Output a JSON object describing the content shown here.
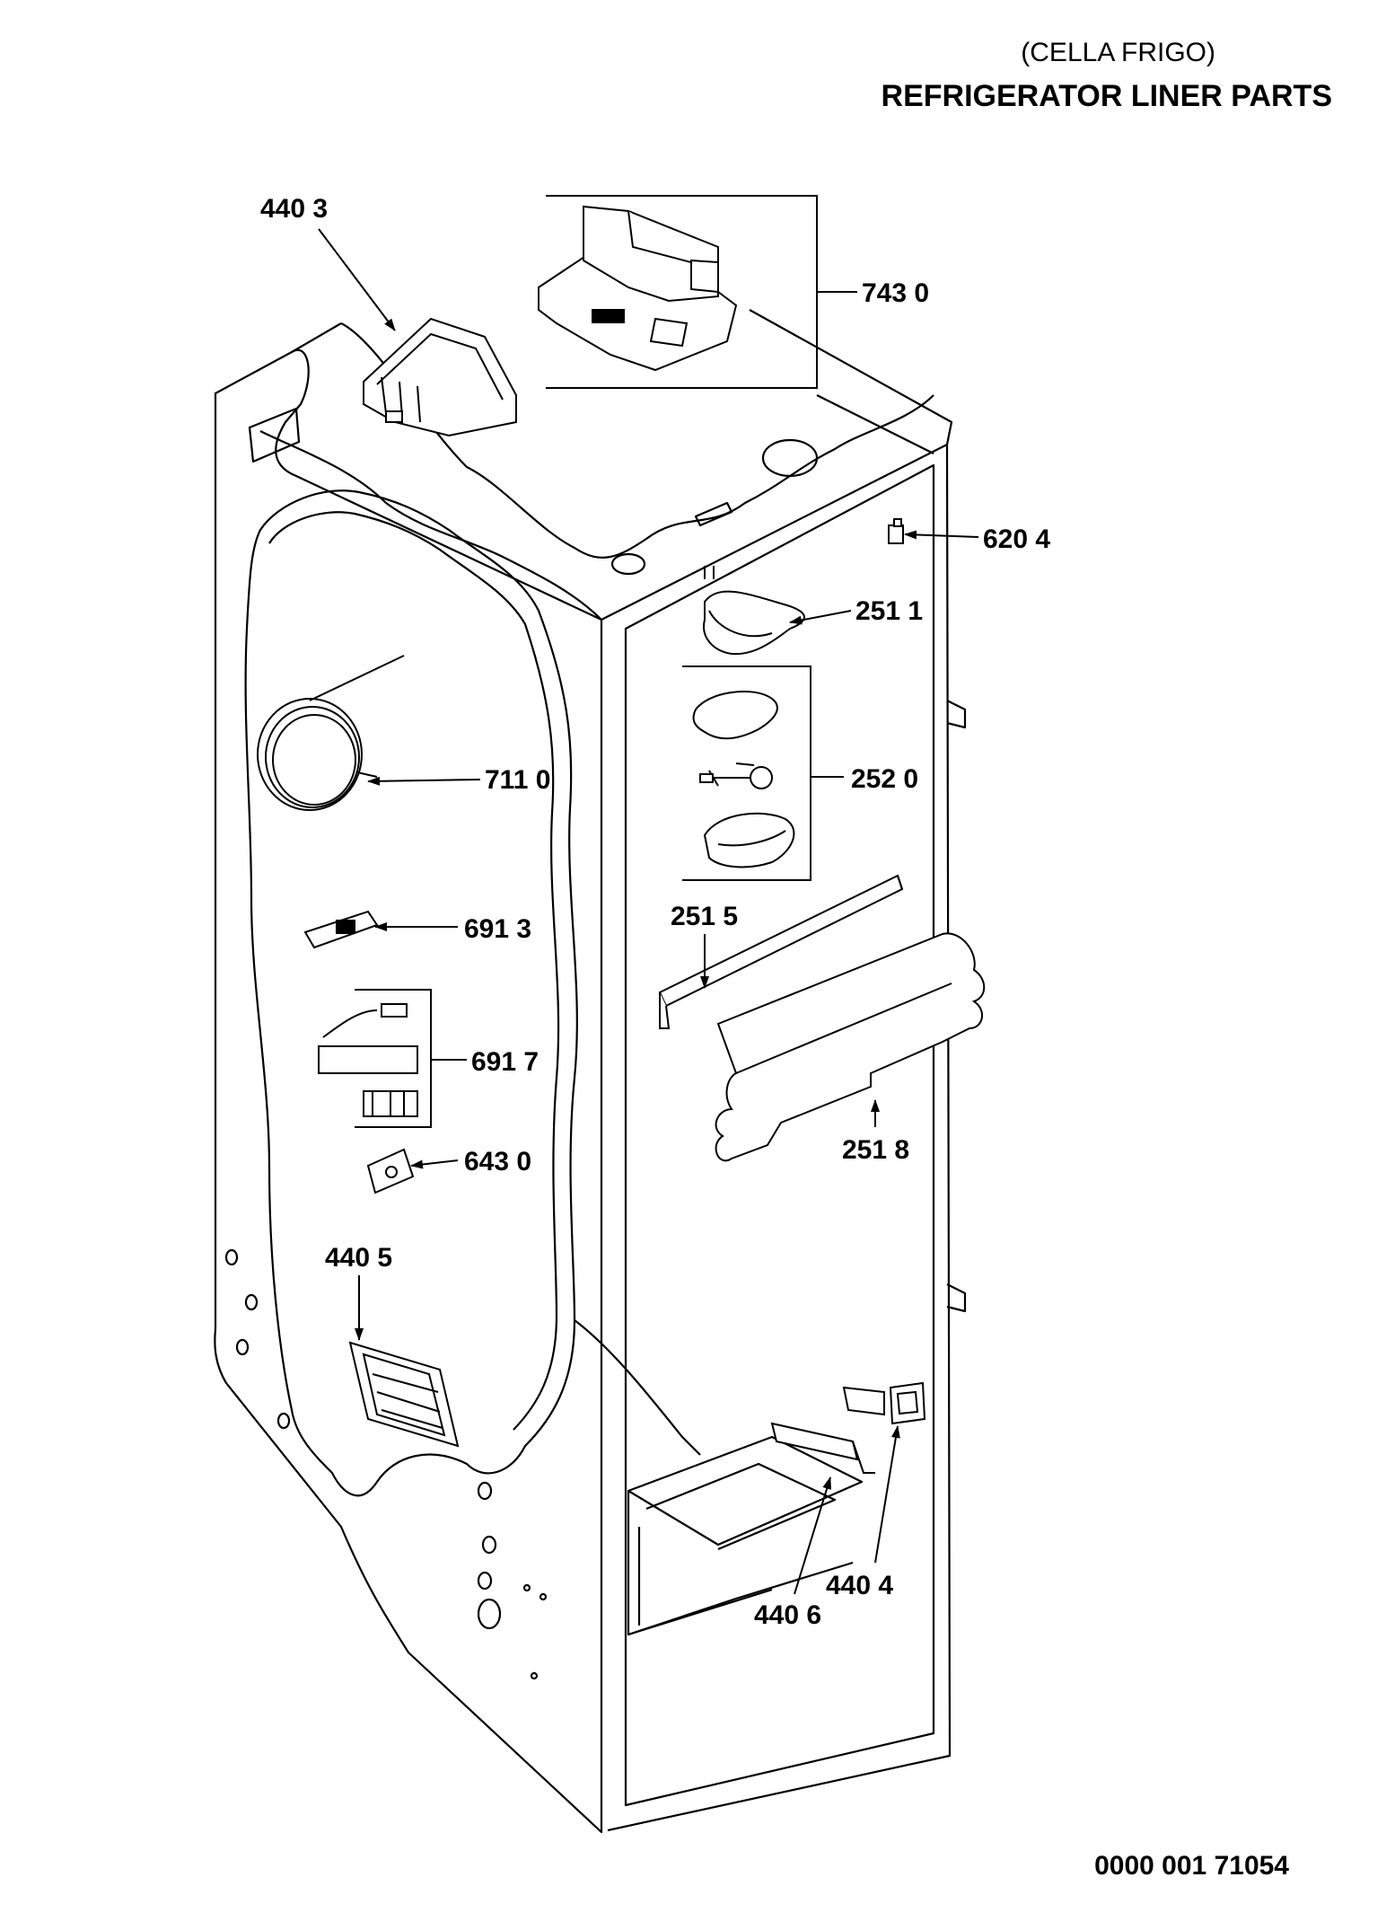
{
  "header": {
    "subtitle": "(CELLA FRIGO)",
    "title": "REFRIGERATOR LINER PARTS"
  },
  "footer": {
    "code": "0000 001 71054"
  },
  "callouts": [
    {
      "id": "c4403",
      "label": "440 3"
    },
    {
      "id": "c7430",
      "label": "743 0"
    },
    {
      "id": "c6204",
      "label": "620 4"
    },
    {
      "id": "c2511",
      "label": "251 1"
    },
    {
      "id": "c7110",
      "label": "711 0"
    },
    {
      "id": "c2520",
      "label": "252 0"
    },
    {
      "id": "c6913",
      "label": "691 3"
    },
    {
      "id": "c2515",
      "label": "251 5"
    },
    {
      "id": "c6917",
      "label": "691 7"
    },
    {
      "id": "c6430",
      "label": "643 0"
    },
    {
      "id": "c2518",
      "label": "251 8"
    },
    {
      "id": "c4405",
      "label": "440 5"
    },
    {
      "id": "c4404",
      "label": "440 4"
    },
    {
      "id": "c4406",
      "label": "440 6"
    }
  ]
}
